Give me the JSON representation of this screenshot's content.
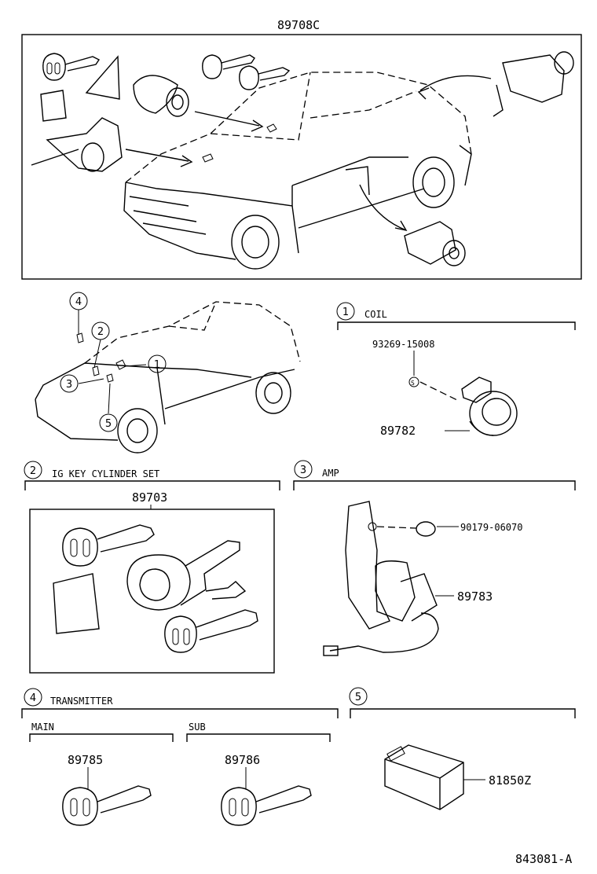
{
  "top_kit": {
    "part_number": "89708C"
  },
  "callouts": [
    "1",
    "2",
    "3",
    "4",
    "5"
  ],
  "sections": {
    "coil": {
      "index": "1",
      "title": "COIL",
      "parts": [
        "93269-15008",
        "89782"
      ]
    },
    "ig_key_cylinder_set": {
      "index": "2",
      "title": "IG KEY CYLINDER SET",
      "parts": [
        "89703"
      ]
    },
    "amp": {
      "index": "3",
      "title": "AMP",
      "parts": [
        "90179-06070",
        "89783"
      ]
    },
    "transmitter": {
      "index": "4",
      "title": "TRANSMITTER",
      "main": {
        "title": "MAIN",
        "part": "89785"
      },
      "sub": {
        "title": "SUB",
        "part": "89786"
      }
    },
    "module": {
      "index": "5",
      "part": "81850Z"
    }
  },
  "drawing_number": "843081-A"
}
